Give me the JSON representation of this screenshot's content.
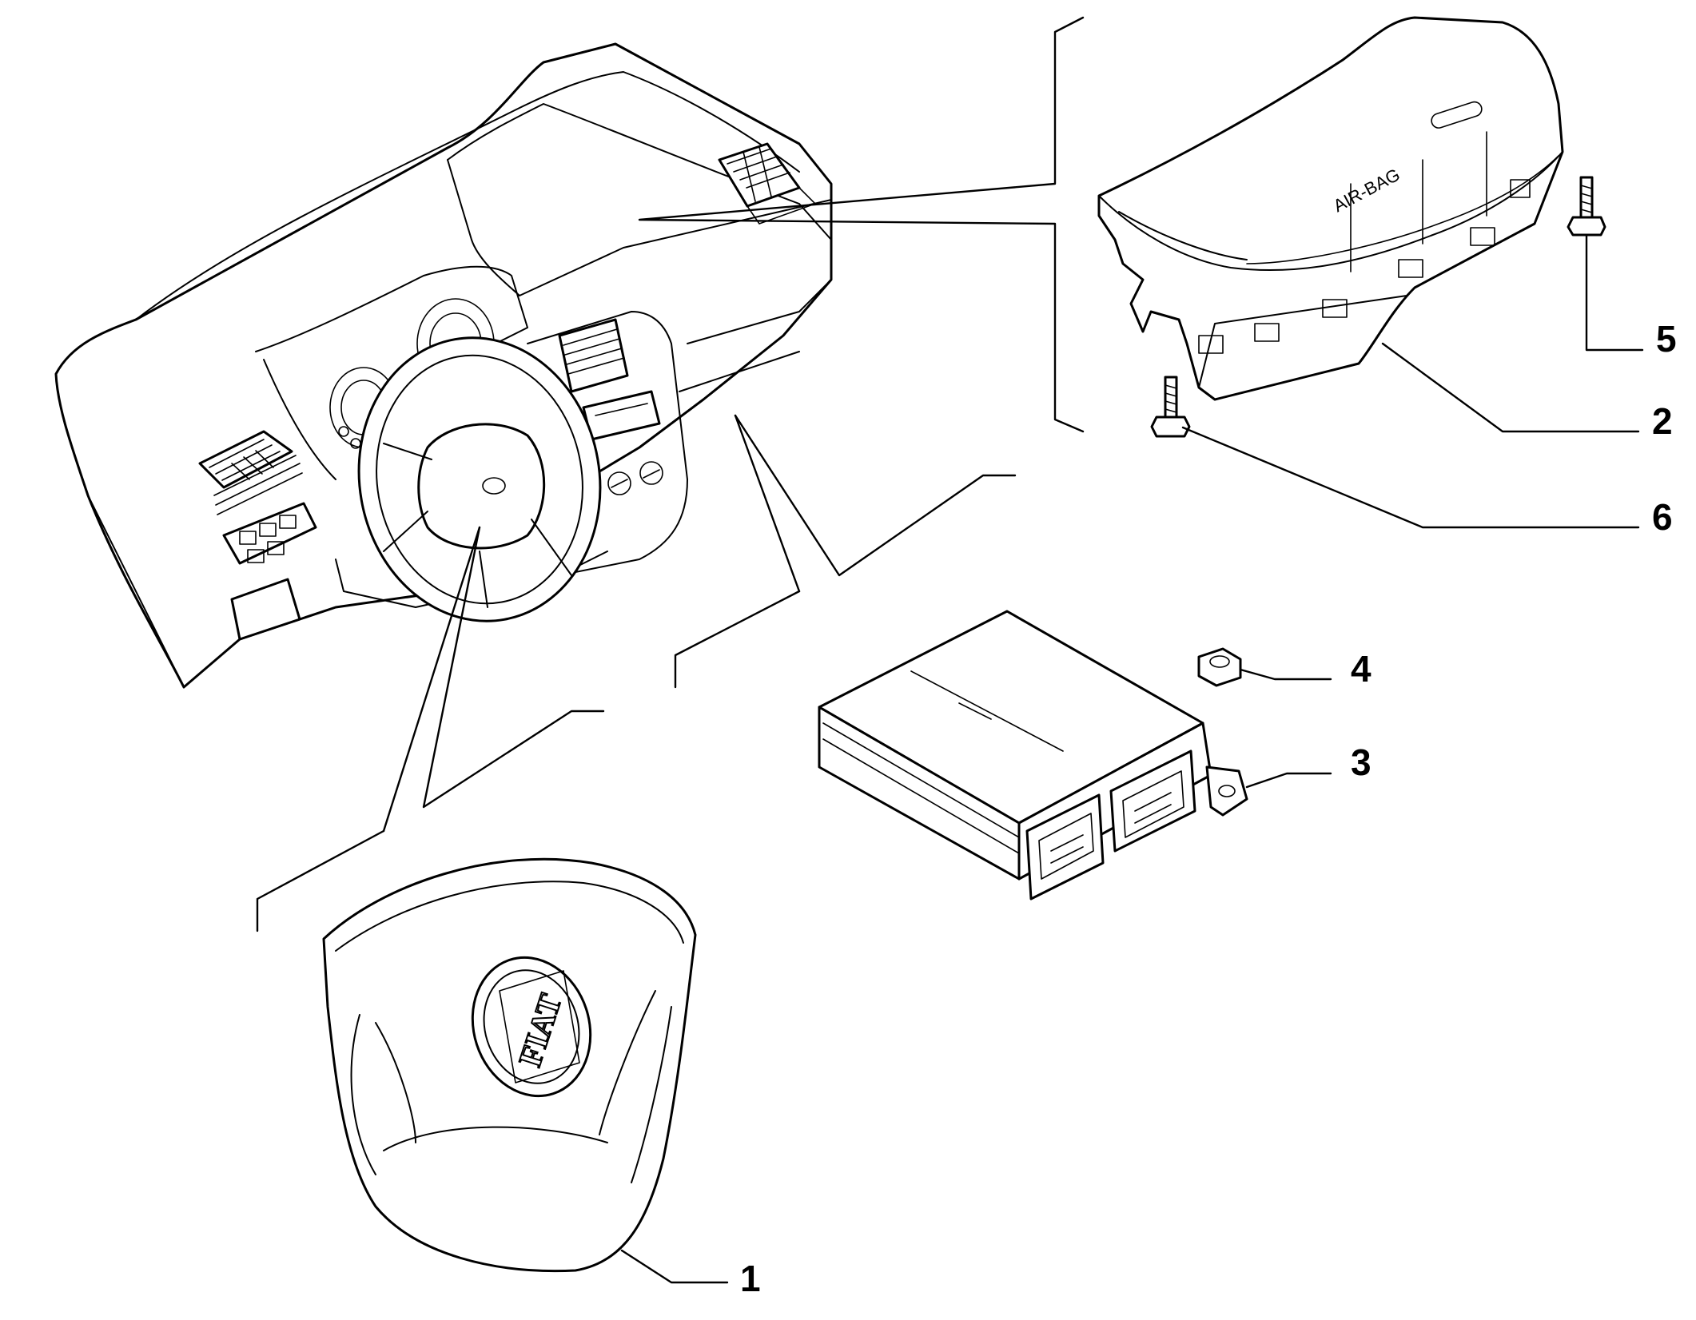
{
  "diagram": {
    "parts": [
      {
        "id": "1",
        "label": "1"
      },
      {
        "id": "2",
        "label": "2"
      },
      {
        "id": "3",
        "label": "3"
      },
      {
        "id": "4",
        "label": "4"
      },
      {
        "id": "5",
        "label": "5"
      },
      {
        "id": "6",
        "label": "6"
      }
    ],
    "airbag_marking": "AIR-BAG",
    "logo_text": "FIAT"
  }
}
